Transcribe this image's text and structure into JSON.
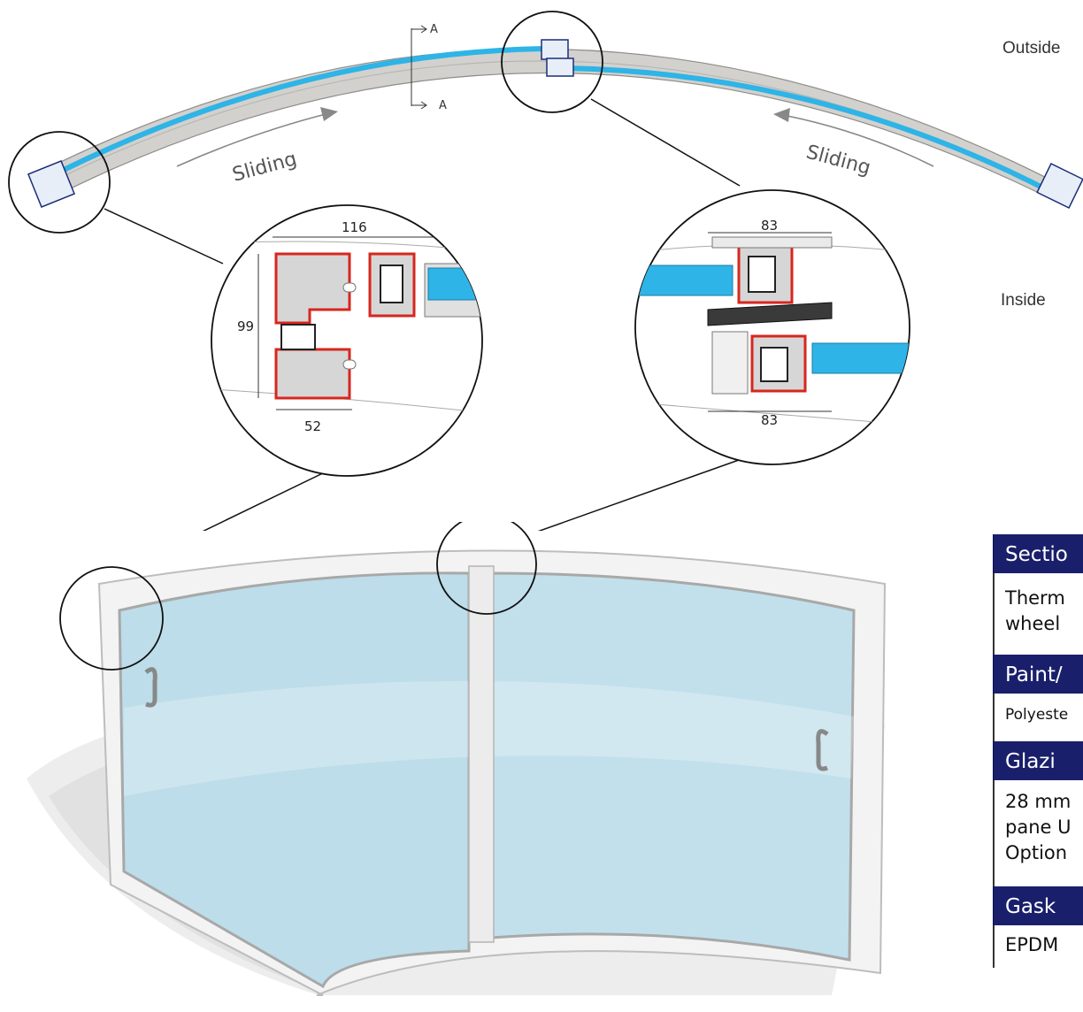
{
  "labels": {
    "outside": "Outside",
    "inside": "Inside",
    "sliding_left": "Sliding",
    "sliding_right": "Sliding",
    "section_marker_top": "A",
    "section_marker_bottom": "A"
  },
  "detail_left": {
    "dim_width": "116",
    "dim_height": "99",
    "dim_bottom": "52"
  },
  "detail_right": {
    "dim_top": "83",
    "dim_bottom": "83"
  },
  "spec_table": {
    "sections": [
      {
        "heading": "Sectio",
        "lines": [
          "Therm",
          "wheel "
        ]
      },
      {
        "heading": "Paint/",
        "lines": [
          "Polyeste"
        ]
      },
      {
        "heading": "Glazi",
        "lines": [
          "28 mm",
          "pane U",
          "Option"
        ]
      },
      {
        "heading": "Gask",
        "lines": [
          "EPDM"
        ]
      }
    ]
  },
  "colors": {
    "glass": "#2eb4e6",
    "frame": "#d2d0cd",
    "thermal_break": "#d7261e",
    "panel_header": "#1a1f6b"
  }
}
